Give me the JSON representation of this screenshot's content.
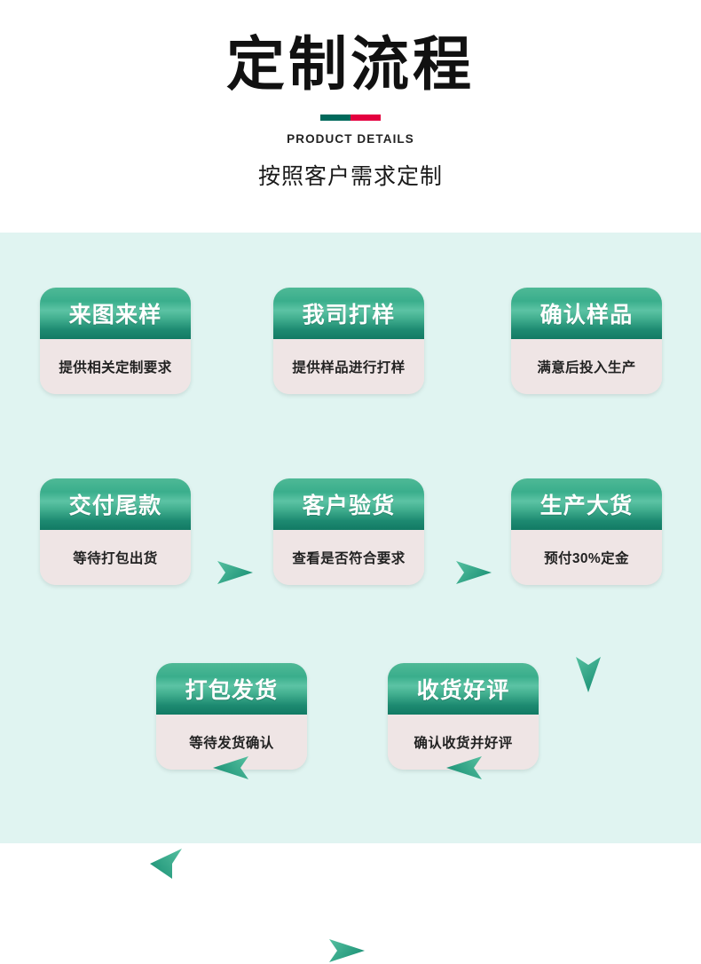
{
  "header": {
    "title": "定制流程",
    "divider": {
      "left_color": "#00695b",
      "right_color": "#e4003f"
    },
    "subtitle_en": "PRODUCT DETAILS",
    "subtitle_cn": "按照客户需求定制"
  },
  "theme": {
    "page_background": "#ffffff",
    "flow_background": "#e0f4f1",
    "card_header_gradient_top": "#4fb996",
    "card_header_gradient_bottom": "#127a64",
    "card_body_background": "#efe5e5",
    "card_header_text": "#ffffff",
    "card_body_text": "#222222",
    "arrow_color": "#3fae8c"
  },
  "flow": {
    "steps": [
      {
        "id": "step-1",
        "title": "来图来样",
        "desc": "提供相关定制要求"
      },
      {
        "id": "step-2",
        "title": "我司打样",
        "desc": "提供样品进行打样"
      },
      {
        "id": "step-3",
        "title": "确认样品",
        "desc": "满意后投入生产"
      },
      {
        "id": "step-4",
        "title": "交付尾款",
        "desc": "等待打包出货"
      },
      {
        "id": "step-5",
        "title": "客户验货",
        "desc": "查看是否符合要求"
      },
      {
        "id": "step-6",
        "title": "生产大货",
        "desc": "预付30%定金"
      },
      {
        "id": "step-7",
        "title": "打包发货",
        "desc": "等待发货确认"
      },
      {
        "id": "step-8",
        "title": "收货好评",
        "desc": "确认收货并好评"
      }
    ],
    "arrows": [
      {
        "id": "arrow-1",
        "direction": "right",
        "from": "step-1",
        "to": "step-2"
      },
      {
        "id": "arrow-2",
        "direction": "right",
        "from": "step-2",
        "to": "step-3"
      },
      {
        "id": "arrow-3",
        "direction": "down",
        "from": "step-3",
        "to": "step-6"
      },
      {
        "id": "arrow-4",
        "direction": "left",
        "from": "step-6",
        "to": "step-5"
      },
      {
        "id": "arrow-5",
        "direction": "left",
        "from": "step-5",
        "to": "step-4"
      },
      {
        "id": "arrow-6",
        "direction": "down-left",
        "from": "step-4",
        "to": "step-7"
      },
      {
        "id": "arrow-7",
        "direction": "right",
        "from": "step-7",
        "to": "step-8"
      }
    ]
  }
}
